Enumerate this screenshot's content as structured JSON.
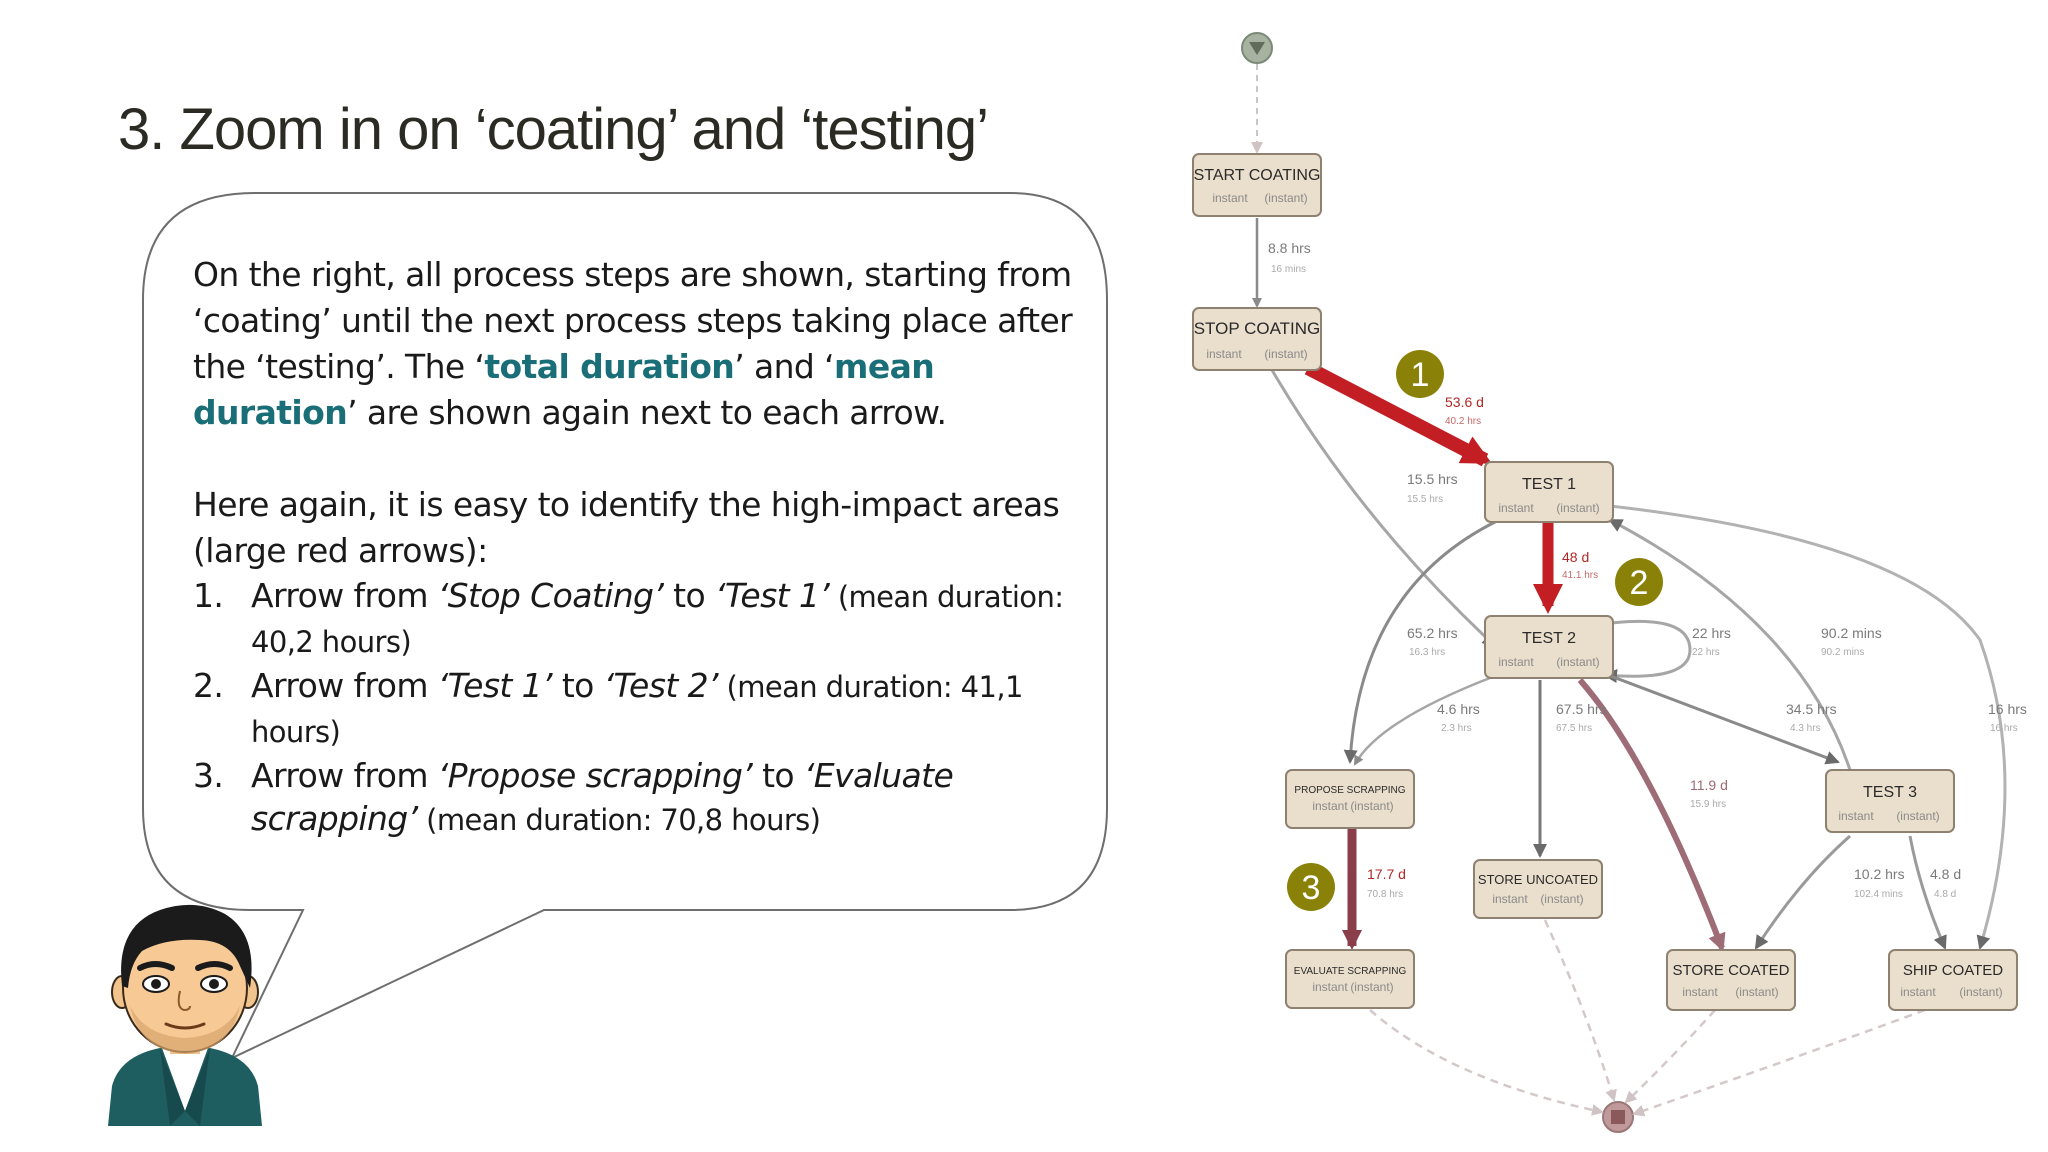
{
  "slide": {
    "title": "3. Zoom in on ‘coating’ and ‘testing’"
  },
  "bubble": {
    "para1": {
      "part1": "On the right, all process steps are shown, starting from ‘coating’ until the next process steps taking place after the ‘testing’. The ‘",
      "hl1": "total duration",
      "part2": "’ and ‘",
      "hl2": "mean duration",
      "part3": "’ are shown again next to each arrow."
    },
    "para2": "Here again, it is easy to identify the high-impact areas (large red arrows):",
    "items": [
      {
        "num": "1.",
        "pre": "Arrow from ",
        "from": "‘Stop Coating’",
        "mid": " to ",
        "to": "‘Test 1’",
        "detail": " (mean duration: 40,2 hours)"
      },
      {
        "num": "2.",
        "pre": "Arrow from ",
        "from": "‘Test 1’",
        "mid": " to ",
        "to": "‘Test 2’",
        "detail": " (mean duration: 41,1 hours)"
      },
      {
        "num": "3.",
        "pre": "Arrow from ",
        "from": "‘Propose scrapping’",
        "mid": " to ",
        "to": "‘Evaluate scrapping’",
        "detail": " (mean duration: 70,8 hours)"
      }
    ]
  },
  "diagram": {
    "nodes": {
      "start_coating": {
        "label": "START COATING",
        "sub1": "instant",
        "sub2": "(instant)"
      },
      "stop_coating": {
        "label": "STOP COATING",
        "sub1": "instant",
        "sub2": "(instant)"
      },
      "test1": {
        "label": "TEST 1",
        "sub1": "instant",
        "sub2": "(instant)"
      },
      "test2": {
        "label": "TEST 2",
        "sub1": "instant",
        "sub2": "(instant)"
      },
      "test3": {
        "label": "TEST 3",
        "sub1": "instant",
        "sub2": "(instant)"
      },
      "propose_scrapping": {
        "label": "PROPOSE SCRAPPING",
        "sub1": "instant",
        "sub2": "(instant)"
      },
      "store_uncoated": {
        "label": "STORE UNCOATED",
        "sub1": "instant",
        "sub2": "(instant)"
      },
      "evaluate_scrapping": {
        "label": "EVALUATE SCRAPPING",
        "sub1": "instant",
        "sub2": "(instant)"
      },
      "store_coated": {
        "label": "STORE COATED",
        "sub1": "instant",
        "sub2": "(instant)"
      },
      "ship_coated": {
        "label": "SHIP COATED",
        "sub1": "instant",
        "sub2": "(instant)"
      }
    },
    "edges": {
      "start_stop": {
        "total": "8.8 hrs",
        "mean": "16 mins"
      },
      "stop_test1": {
        "total": "53.6 d",
        "mean": "40.2 hrs"
      },
      "stop_test2": {
        "total": "15.5 hrs",
        "mean": "15.5 hrs"
      },
      "test1_test2": {
        "total": "48 d",
        "mean": "41.1 hrs"
      },
      "test1_propose": {
        "total": "65.2 hrs",
        "mean": "16.3 hrs"
      },
      "test2_self": {
        "total": "22 hrs",
        "mean": "22 hrs"
      },
      "test3_test1": {
        "total": "90.2 mins",
        "mean": "90.2 mins"
      },
      "test2_propose": {
        "total": "4.6 hrs",
        "mean": "2.3 hrs"
      },
      "test2_uncoated": {
        "total": "67.5 hrs",
        "mean": "67.5 hrs"
      },
      "test2_test3": {
        "total": "34.5 hrs",
        "mean": "4.3 hrs"
      },
      "test1_ship": {
        "total": "16 hrs",
        "mean": "16 hrs"
      },
      "test2_storecoated": {
        "total": "11.9 d",
        "mean": "15.9 hrs"
      },
      "propose_evaluate": {
        "total": "17.7 d",
        "mean": "70.8 hrs"
      },
      "test3_storecoated": {
        "total": "10.2 hrs",
        "mean": "102.4 mins"
      },
      "test3_ship": {
        "total": "4.8 d",
        "mean": "4.8 d"
      }
    },
    "markers": [
      "1",
      "2",
      "3"
    ],
    "colors": {
      "node_fill": "#eadfcd",
      "high_impact": "#c0282a",
      "marker": "#8a8208",
      "accent_text": "#1a6e78"
    }
  }
}
